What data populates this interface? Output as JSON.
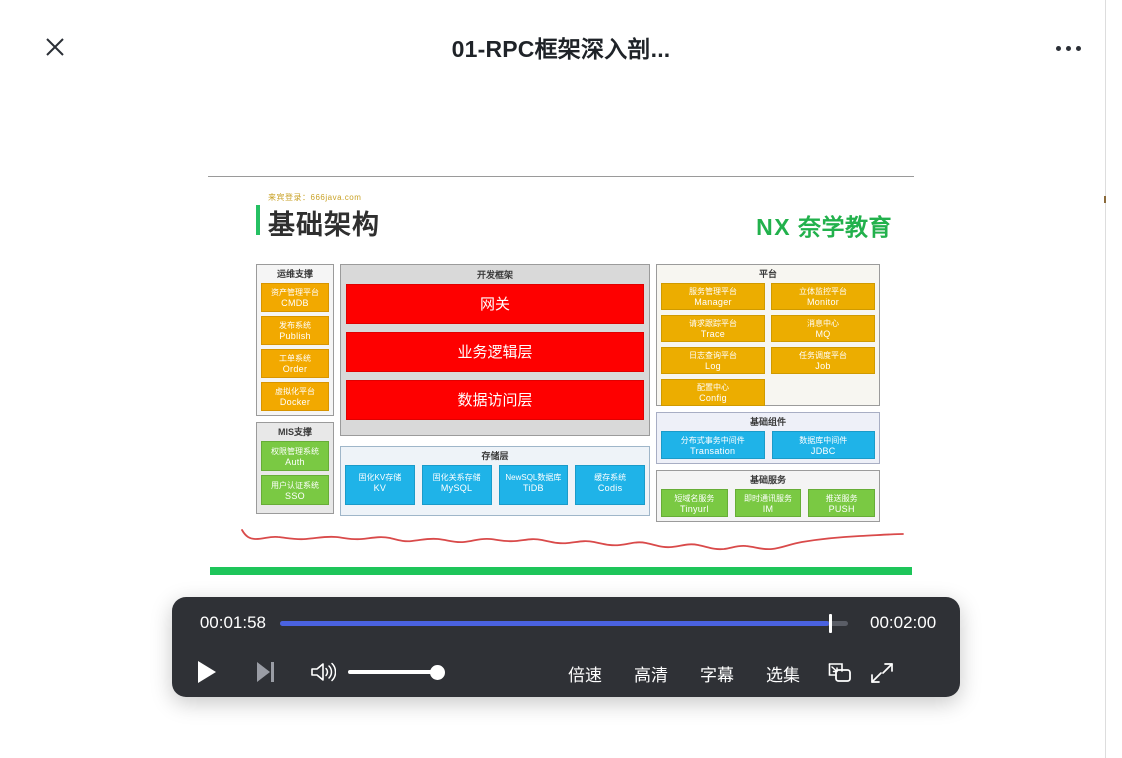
{
  "window": {
    "title": "01-RPC框架深入剖...",
    "close_icon": "close-icon",
    "more_icon": "more-options-icon"
  },
  "slide": {
    "watermark": "来宾登录：666java.com",
    "title": "基础架构",
    "brand_mark": "NX",
    "brand_name": "奈学教育",
    "accent_color": "#25c063",
    "brand_color": "#22b14c",
    "panels": {
      "ops": {
        "title": "运维支撑",
        "color": "#f2a900",
        "items": [
          {
            "cn": "资产管理平台",
            "en": "CMDB"
          },
          {
            "cn": "发布系统",
            "en": "Publish"
          },
          {
            "cn": "工单系统",
            "en": "Order"
          },
          {
            "cn": "虚拟化平台",
            "en": "Docker"
          }
        ]
      },
      "mis": {
        "title": "MIS支撑",
        "color": "#7ac943",
        "items": [
          {
            "cn": "权限管理系统",
            "en": "Auth"
          },
          {
            "cn": "用户认证系统",
            "en": "SSO"
          }
        ]
      },
      "dev": {
        "title": "开发框架",
        "color": "#fe0000",
        "items": [
          {
            "cn": "网关"
          },
          {
            "cn": "业务逻辑层"
          },
          {
            "cn": "数据访问层"
          }
        ]
      },
      "storage": {
        "title": "存储层",
        "color": "#1fb3e8",
        "items": [
          {
            "cn": "固化KV存储",
            "en": "KV"
          },
          {
            "cn": "固化关系存储",
            "en": "MySQL"
          },
          {
            "cn": "NewSQL数据库",
            "en": "TiDB"
          },
          {
            "cn": "缓存系统",
            "en": "Codis"
          }
        ]
      },
      "platform": {
        "title": "平台",
        "color": "#ecad00",
        "items": [
          {
            "cn": "服务管理平台",
            "en": "Manager"
          },
          {
            "cn": "立体监控平台",
            "en": "Monitor"
          },
          {
            "cn": "请求跟踪平台",
            "en": "Trace"
          },
          {
            "cn": "消息中心",
            "en": "MQ"
          },
          {
            "cn": "日志查询平台",
            "en": "Log"
          },
          {
            "cn": "任务调度平台",
            "en": "Job"
          },
          {
            "cn": "配置中心",
            "en": "Config"
          }
        ]
      },
      "components": {
        "title": "基础组件",
        "color": "#1fb3e8",
        "items": [
          {
            "cn": "分布式事务中间件",
            "en": "Transation"
          },
          {
            "cn": "数据库中间件",
            "en": "JDBC"
          }
        ]
      },
      "services": {
        "title": "基础服务",
        "color": "#7ac943",
        "items": [
          {
            "cn": "短域名服务",
            "en": "Tinyurl"
          },
          {
            "cn": "即时通讯服务",
            "en": "IM"
          },
          {
            "cn": "推送服务",
            "en": "PUSH"
          }
        ]
      }
    },
    "annotations": {
      "squiggle_color": "#d94a4a",
      "bar_color": "#1ec55a"
    }
  },
  "player": {
    "current_time": "00:01:58",
    "total_time": "00:02:00",
    "progress_percent": 96.7,
    "volume_percent": 85,
    "progress_color": "#4a62e0",
    "play_icon": "play-icon",
    "next_icon": "next-track-icon",
    "volume_icon": "volume-icon",
    "pip_icon": "picture-in-picture-icon",
    "fullscreen_icon": "fullscreen-icon",
    "buttons": [
      {
        "label": "倍速"
      },
      {
        "label": "高清"
      },
      {
        "label": "字幕"
      },
      {
        "label": "选集"
      }
    ]
  }
}
